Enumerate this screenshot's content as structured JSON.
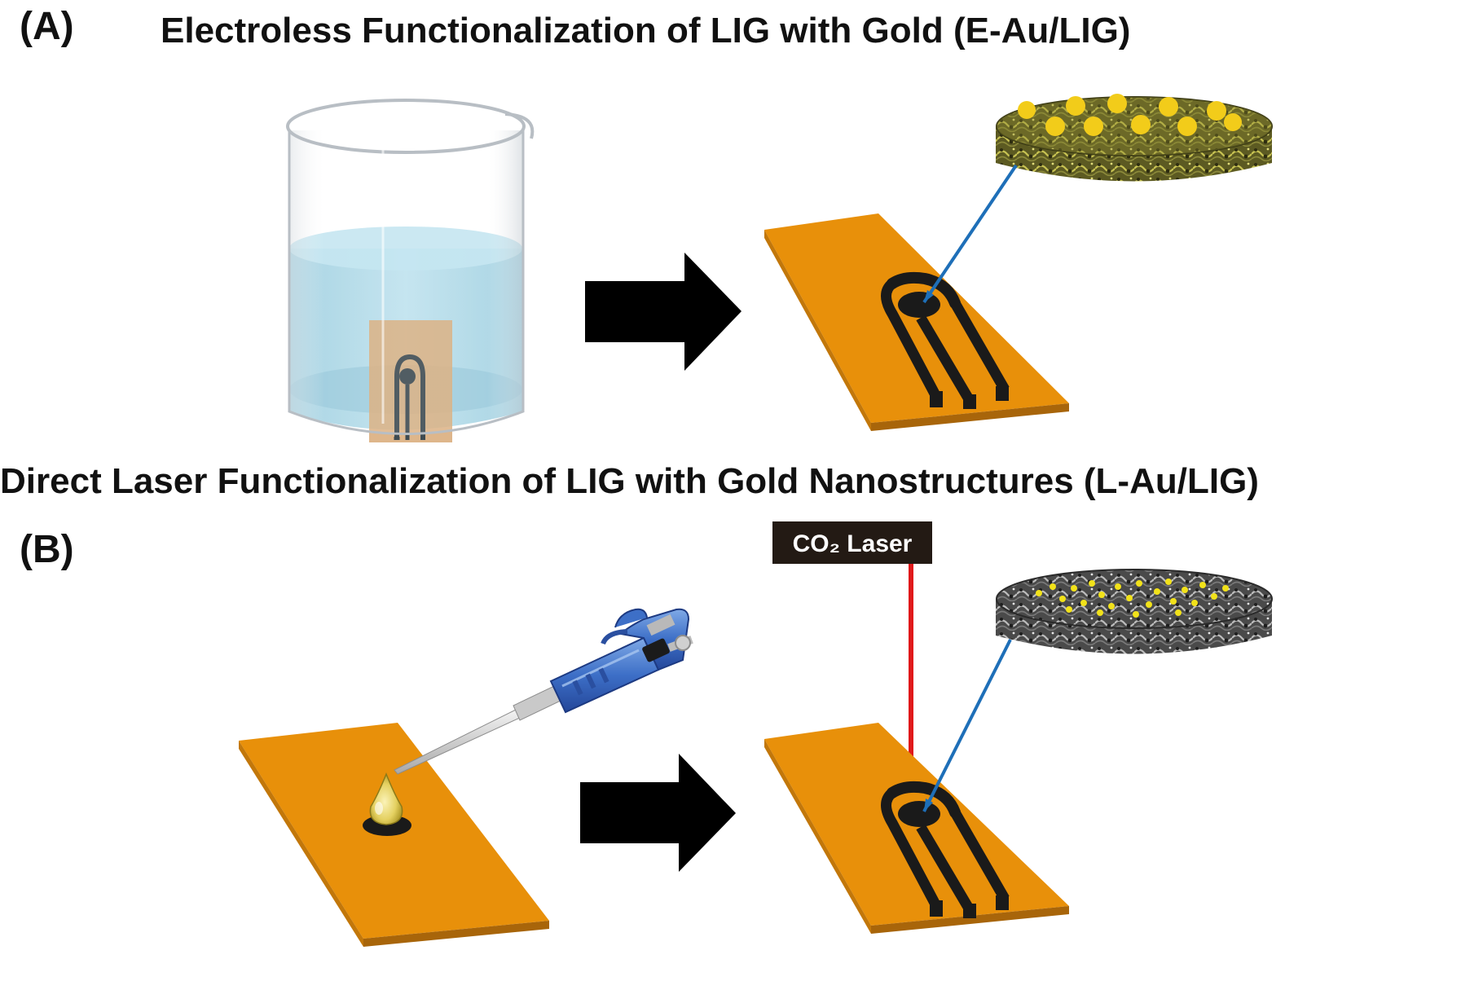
{
  "panel_a": {
    "label": "(A)",
    "title": "Electroless Functionalization of LIG with Gold (E-Au/LIG)"
  },
  "panel_b": {
    "label": "(B)",
    "title": "Direct Laser Functionalization of LIG with Gold Nanostructures (L-Au/LIG)",
    "laser_label": "CO₂ Laser"
  },
  "colors": {
    "substrate": "#E8900A",
    "substrate_side": "#A8650A",
    "electrode": "#1a1a1a",
    "solution": "#A8D8E8",
    "gold": "#F2CC1A",
    "laser_beam": "#E0191B",
    "pointer_line": "#1E6FB8",
    "arrow": "#000000"
  }
}
